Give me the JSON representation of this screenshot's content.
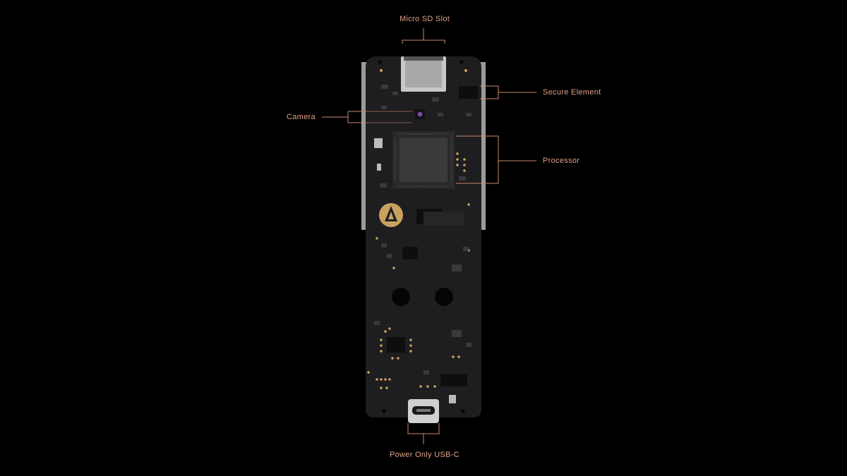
{
  "callouts": {
    "micro_sd": "Micro SD Slot",
    "secure_element": "Secure Element",
    "camera": "Camera",
    "processor": "Processor",
    "usb_c": "Power Only USB-C"
  },
  "colors": {
    "background": "#000000",
    "accent": "#e0a08a",
    "board": "#1e1e20",
    "gold": "#c9a25e"
  },
  "icons": {
    "board_logo": "triangle-logo-icon"
  }
}
